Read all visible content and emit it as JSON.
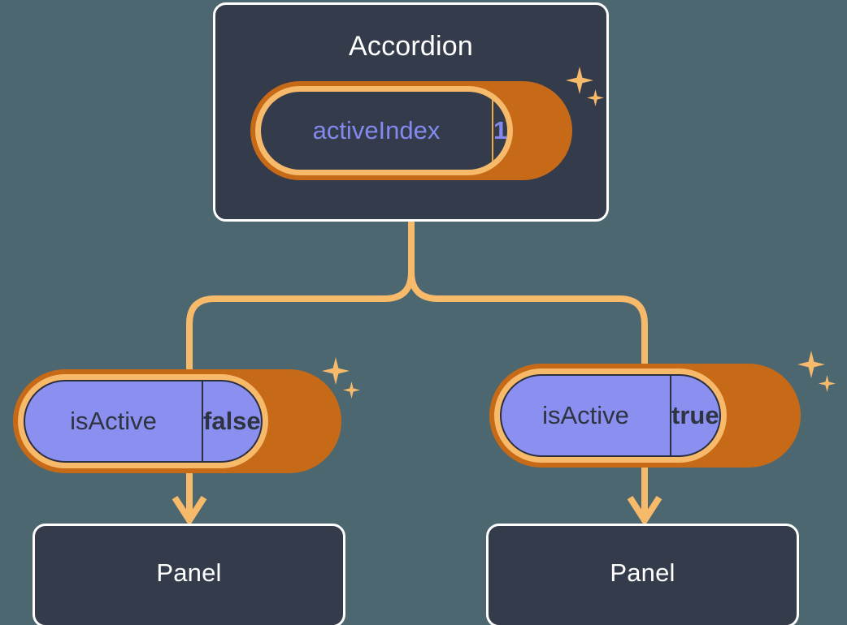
{
  "diagram": {
    "background_color": "#4c6770",
    "accent_color": "#f7b96a",
    "accent_dark_color": "#c76a18",
    "card_color": "#343b4b",
    "pill_fill_color": "#8b8ff0",
    "state_text_color": "#8489ee"
  },
  "root": {
    "title": "Accordion",
    "state": {
      "key": "activeIndex",
      "value": "1"
    },
    "sparkle_icon": "sparkle-icon"
  },
  "branches": [
    {
      "state": {
        "key": "isActive",
        "value": "false"
      },
      "child": {
        "title": "Panel"
      },
      "sparkle_icon": "sparkle-icon"
    },
    {
      "state": {
        "key": "isActive",
        "value": "true"
      },
      "child": {
        "title": "Panel"
      },
      "sparkle_icon": "sparkle-icon"
    }
  ]
}
